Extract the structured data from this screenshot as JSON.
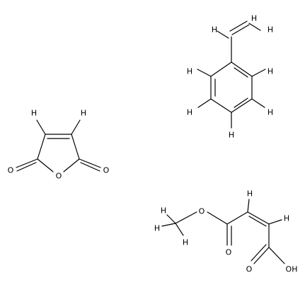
{
  "colors": {
    "background": "#ffffff",
    "bond": "#000000",
    "label": "#000000"
  },
  "molecules": [
    {
      "name": "styrene",
      "atom_labels": [
        "H",
        "H",
        "H",
        "H",
        "H",
        "H",
        "H",
        "H"
      ]
    },
    {
      "name": "maleic-anhydride",
      "atom_labels": [
        "H",
        "H",
        "O",
        "O",
        "O"
      ]
    },
    {
      "name": "monomethyl-maleate",
      "atom_labels": [
        "H",
        "H",
        "H",
        "O",
        "O",
        "H",
        "H",
        "O",
        "OH"
      ]
    }
  ]
}
